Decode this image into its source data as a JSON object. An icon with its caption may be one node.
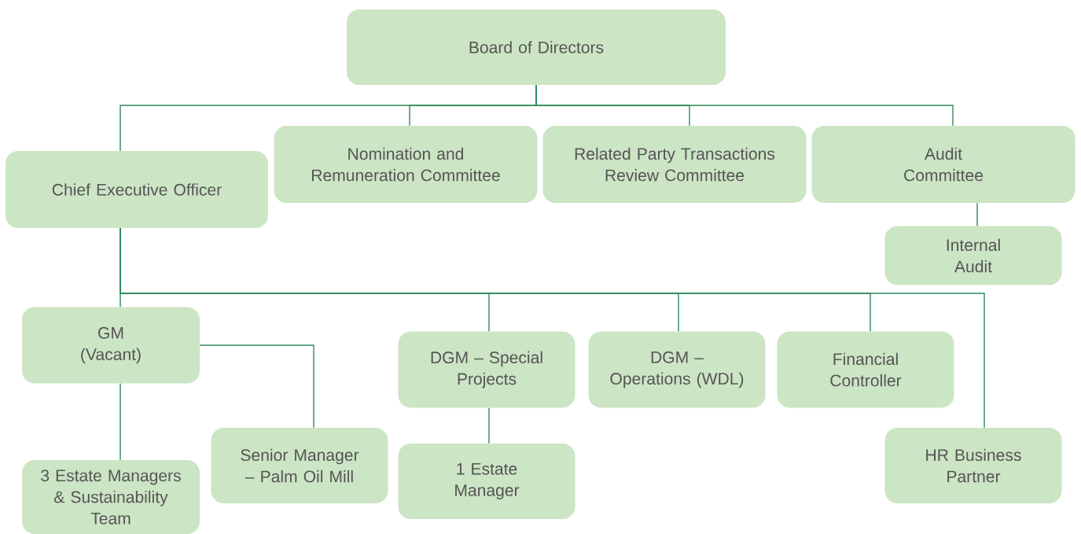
{
  "diagram": {
    "nodes": [
      {
        "text": [
          "Board of Directors"
        ]
      },
      {
        "text": [
          "Chief Executive Officer"
        ]
      },
      {
        "text": [
          "Nomination and Remuneration Committee"
        ]
      },
      {
        "text": [
          "Related Party Transactions Review Committee"
        ]
      },
      {
        "text": [
          "Audit Committee"
        ]
      },
      {
        "text": [
          "Internal Audit"
        ]
      },
      {
        "text": [
          "GM (Vacant)"
        ]
      },
      {
        "text": [
          "DGM – Special Projects"
        ]
      },
      {
        "text": [
          "DGM – Operations (WDL)"
        ]
      },
      {
        "text": [
          "Financial Controller"
        ]
      },
      {
        "text": [
          "3 Estate Managers & Sustainability Team"
        ]
      },
      {
        "text": [
          "Senior Manager – Palm Oil Mill"
        ]
      },
      {
        "text": [
          "1 Estate Manager"
        ]
      },
      {
        "text": [
          "HR Business Partner"
        ]
      }
    ],
    "edges": [
      {
        "from": 0,
        "to": 1,
        "arrow": "none"
      },
      {
        "from": 0,
        "to": 2,
        "arrow": "none"
      },
      {
        "from": 0,
        "to": 3,
        "arrow": "none"
      },
      {
        "from": 0,
        "to": 4,
        "arrow": "none"
      },
      {
        "from": 4,
        "to": 5,
        "arrow": "none"
      },
      {
        "from": 1,
        "to": 6,
        "arrow": "none"
      },
      {
        "from": 1,
        "to": 7,
        "arrow": "none"
      },
      {
        "from": 1,
        "to": 8,
        "arrow": "none"
      },
      {
        "from": 1,
        "to": 9,
        "arrow": "none"
      },
      {
        "from": 1,
        "to": 13,
        "arrow": "none"
      },
      {
        "from": 6,
        "to": 10,
        "arrow": "none"
      },
      {
        "from": 6,
        "to": 11,
        "arrow": "none"
      },
      {
        "from": 7,
        "to": 12,
        "arrow": "none"
      }
    ]
  }
}
